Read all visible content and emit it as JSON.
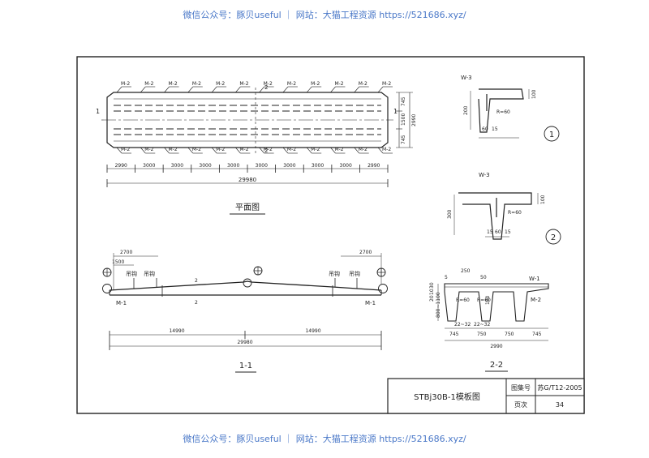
{
  "watermark": {
    "top": "微信公众号：豚贝useful ｜ 网站：大猫工程资源 https://521686.xyz/",
    "bottom": "微信公众号：豚贝useful ｜ 网站：大猫工程资源 https://521686.xyz/"
  },
  "plan": {
    "title": "平面图",
    "section_mark": "1",
    "cut_mark": "2",
    "insert_label": "M-2",
    "top_inserts_count": 12,
    "bottom_inserts_count": 12,
    "right_dims": [
      "745",
      "1500",
      "745"
    ],
    "right_total": "2990",
    "segments": [
      "2990",
      "3000",
      "3000",
      "3000",
      "3000",
      "3000",
      "3000",
      "3000",
      "3000",
      "2990"
    ],
    "total": "29980"
  },
  "section11": {
    "title": "1-1",
    "left_dim_outer": "2700",
    "left_dim_inner": "1500",
    "right_dim": "2700",
    "hook_label": "吊钩",
    "end_label": "M-1",
    "cut_mark": "2",
    "half_dims": [
      "14990",
      "14990"
    ],
    "total": "29980"
  },
  "detail1": {
    "mark": "1",
    "label_w": "W-3",
    "dim_h": "200",
    "dim_t": "100",
    "dim_b1": "60",
    "dim_b2": "15",
    "radius": "R=60"
  },
  "detail2": {
    "mark": "2",
    "label_w": "W-3",
    "dim_h": "300",
    "dim_t": "100",
    "dim_b": [
      "15",
      "60",
      "15"
    ],
    "radius": "R=60"
  },
  "section22": {
    "title": "2-2",
    "labels": [
      "W-1",
      "M-2"
    ],
    "top_dims": [
      "250",
      "5",
      "50"
    ],
    "left_dims": [
      "30",
      "10",
      "20",
      "800~1100"
    ],
    "mid_dims": [
      "100",
      "R=60",
      "R=60"
    ],
    "rebar": [
      "22~32",
      "22~32"
    ],
    "bottom_dims": [
      "745",
      "750",
      "750",
      "745"
    ],
    "total": "2990"
  },
  "title_block": {
    "drawing_title": "STBj30B-1模板图",
    "atlas_label": "图集号",
    "atlas_value": "苏G/T12-2005",
    "page_label": "页次",
    "page_value": "34"
  }
}
